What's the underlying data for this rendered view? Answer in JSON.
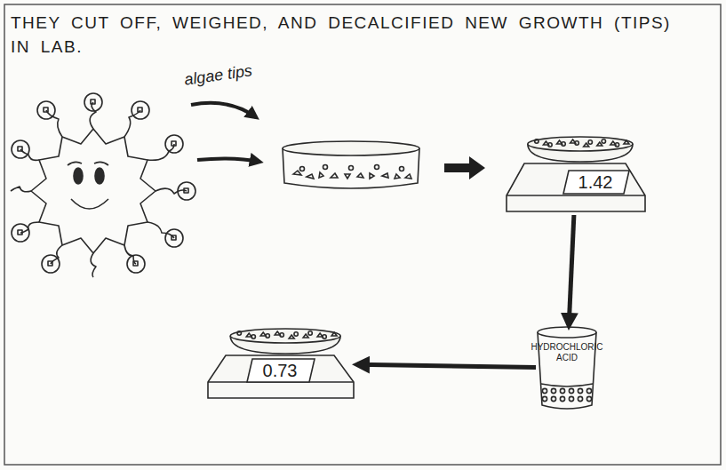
{
  "diagram": {
    "title": "THEY CUT OFF, WEIGHED, AND DECALCIFIED NEW GROWTH (TIPS) IN LAB.",
    "nodes": [
      {
        "text": [
          "1.42"
        ]
      },
      {
        "text": [
          "HYDROCHLORIC ACID"
        ]
      },
      {
        "text": [
          "0.73"
        ]
      }
    ],
    "edges": [
      {
        "from": 0,
        "to": 1,
        "arrow": "to"
      },
      {
        "from": 1,
        "to": 2,
        "arrow": "to"
      }
    ],
    "labels": [
      "algae tips"
    ]
  }
}
